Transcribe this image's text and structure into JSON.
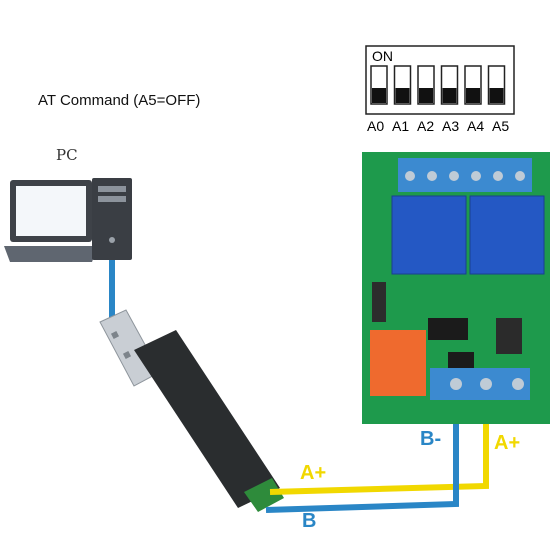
{
  "caption": "AT Command (A5=OFF)",
  "pc_label": "PC",
  "dip_switch": {
    "on_label": "ON",
    "positions": [
      "A0",
      "A1",
      "A2",
      "A3",
      "A4",
      "A5"
    ]
  },
  "wire_labels": {
    "b_minus": "B-",
    "a_plus_right": "A+",
    "a_plus_bottom": "A+",
    "b_bottom": "B"
  },
  "colors": {
    "wire_a": "#f1d800",
    "wire_b": "#2a86c6",
    "board": "#1e9a4c",
    "relay": "#2458c4",
    "terminal": "#3c8ad0"
  }
}
